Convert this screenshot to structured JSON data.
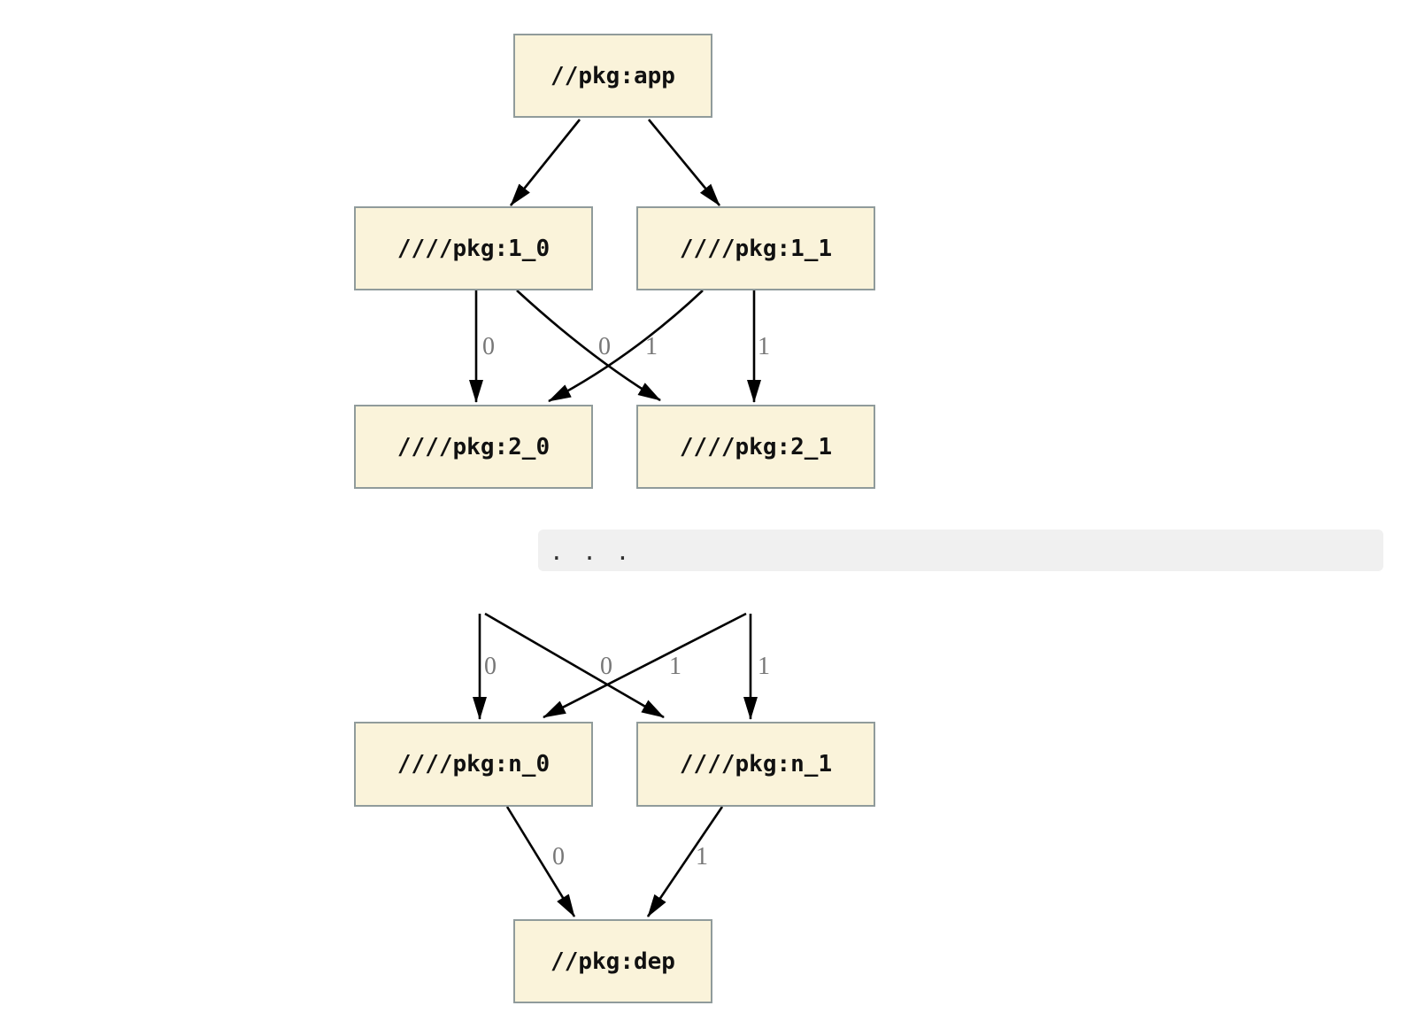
{
  "diagram": {
    "colors": {
      "page_bg": "#ffffff",
      "node_fill": "#faf3da",
      "node_border": "#909b9b",
      "node_text": "#111111",
      "edge": "#000000",
      "edge_label": "#777777",
      "ellipsis_bg": "#f0f0f0",
      "ellipsis_fg": "#2f2f2f"
    },
    "nodes": [
      {
        "id": "app",
        "label": "//pkg:app"
      },
      {
        "id": "1_0",
        "label": "////pkg:1_0"
      },
      {
        "id": "1_1",
        "label": "////pkg:1_1"
      },
      {
        "id": "2_0",
        "label": "////pkg:2_0"
      },
      {
        "id": "2_1",
        "label": "////pkg:2_1"
      },
      {
        "id": "n_0",
        "label": "////pkg:n_0"
      },
      {
        "id": "n_1",
        "label": "////pkg:n_1"
      },
      {
        "id": "dep",
        "label": "//pkg:dep"
      }
    ],
    "edges": [
      {
        "from": "//pkg:app",
        "to": "////pkg:1_0",
        "label": ""
      },
      {
        "from": "//pkg:app",
        "to": "////pkg:1_1",
        "label": ""
      },
      {
        "from": "////pkg:1_0",
        "to": "////pkg:2_0",
        "label": "0"
      },
      {
        "from": "////pkg:1_0",
        "to": "////pkg:2_1",
        "label": "1"
      },
      {
        "from": "////pkg:1_1",
        "to": "////pkg:2_0",
        "label": "0"
      },
      {
        "from": "////pkg:1_1",
        "to": "////pkg:2_1",
        "label": "1"
      },
      {
        "from": ". . .",
        "to": "////pkg:n_0",
        "label": "0"
      },
      {
        "from": ". . .",
        "to": "////pkg:n_1",
        "label": "1"
      },
      {
        "from": ". . .",
        "to": "////pkg:n_0",
        "label": "0"
      },
      {
        "from": ". . .",
        "to": "////pkg:n_1",
        "label": "1"
      },
      {
        "from": "////pkg:n_0",
        "to": "//pkg:dep",
        "label": "0"
      },
      {
        "from": "////pkg:n_1",
        "to": "//pkg:dep",
        "label": "1"
      }
    ],
    "ellipsis_block": {
      "text": ". . ."
    }
  }
}
